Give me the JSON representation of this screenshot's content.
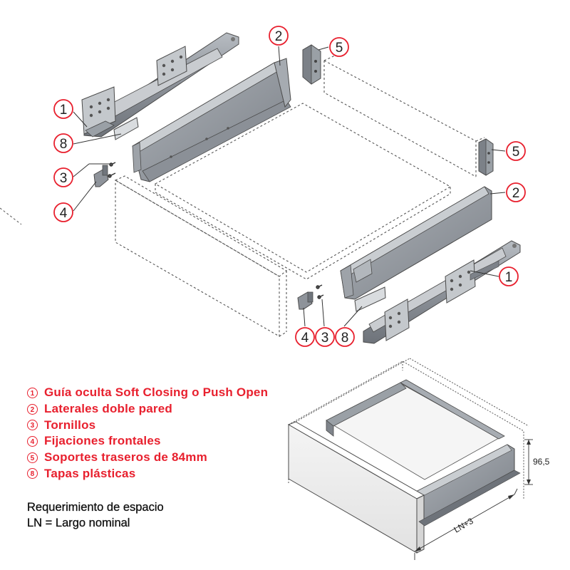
{
  "callouts": [
    {
      "id": "1",
      "text": "1"
    },
    {
      "id": "2",
      "text": "2"
    },
    {
      "id": "3",
      "text": "3"
    },
    {
      "id": "4",
      "text": "4"
    },
    {
      "id": "5",
      "text": "5"
    },
    {
      "id": "8",
      "text": "8"
    }
  ],
  "legend": {
    "items": [
      {
        "num": "1",
        "label": "Guía oculta Soft Closing o Push Open"
      },
      {
        "num": "2",
        "label": "Laterales doble pared"
      },
      {
        "num": "3",
        "label": "Tornillos"
      },
      {
        "num": "4",
        "label": "Fijaciones frontales"
      },
      {
        "num": "5",
        "label": "Soportes traseros de 84mm"
      },
      {
        "num": "8",
        "label": "Tapas plásticas"
      }
    ]
  },
  "requirements": {
    "line1": "Requerimiento de espacio",
    "line2": "LN = Largo nominal"
  },
  "dimensions": {
    "height": "96,5",
    "length": "LN+3"
  },
  "colors": {
    "accent": "#e8202e",
    "metal": "#8a8f96",
    "outline": "#4a4a4a"
  }
}
